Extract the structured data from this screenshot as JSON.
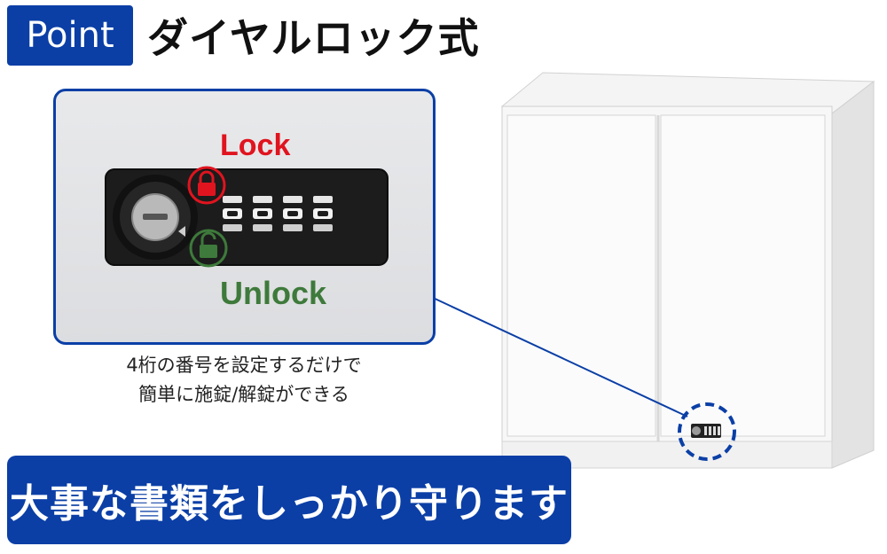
{
  "header": {
    "badge_label": "Point",
    "title": "ダイヤルロック式"
  },
  "closeup": {
    "lock_label": "Lock",
    "unlock_label": "Unlock",
    "lock_color": "#e0141f",
    "unlock_color": "#3e7a3b",
    "lock_icon": "padlock-closed-icon",
    "unlock_icon": "padlock-open-icon",
    "dial_count": 4
  },
  "caption": {
    "line1": "4桁の番号を設定するだけで",
    "line2": "簡単に施錠/解錠ができる"
  },
  "banner": {
    "text": "大事な書類をしっかり守ります"
  },
  "colors": {
    "brand_blue": "#0b3fa6",
    "dashed_circle": "#0b3fa6"
  }
}
